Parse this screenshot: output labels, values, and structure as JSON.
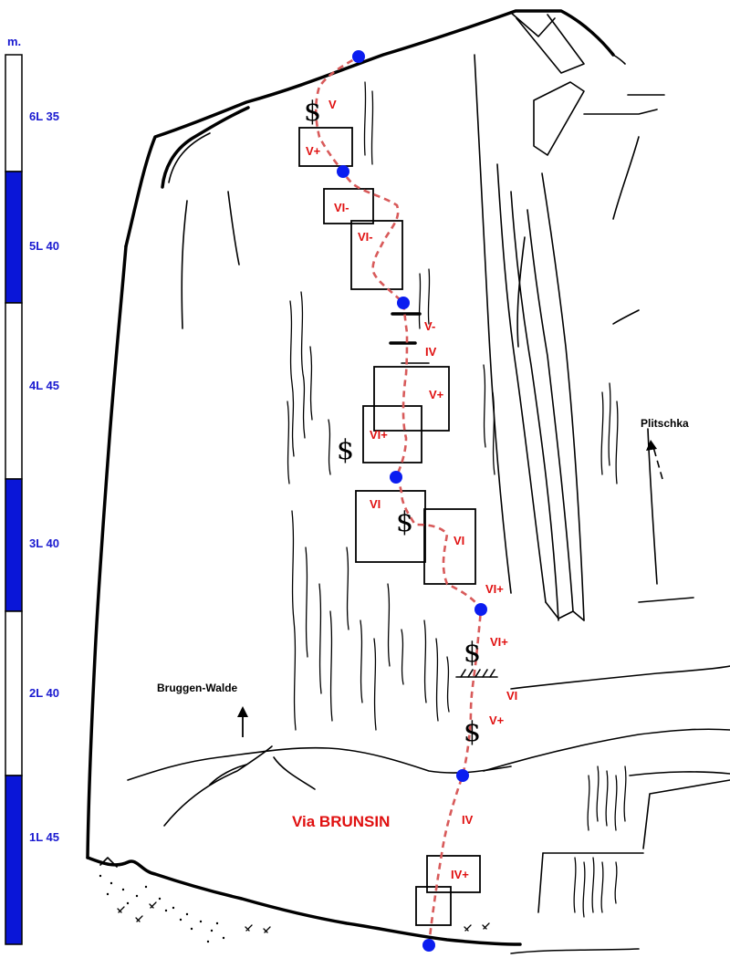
{
  "scale": {
    "unit": "m.",
    "segments": [
      {
        "label": "6L 35",
        "fill": "#ffffff"
      },
      {
        "label": "5L 40",
        "fill": "#0a16d8"
      },
      {
        "label": "4L 45",
        "fill": "#ffffff"
      },
      {
        "label": "3L 40",
        "fill": "#0a16d8"
      },
      {
        "label": "2L 40",
        "fill": "#ffffff"
      },
      {
        "label": "1L 45",
        "fill": "#0a16d8"
      }
    ]
  },
  "route": {
    "name": "Via BRUNSIN",
    "line_color": "#d85a5a",
    "belay_color": "#0b1df0",
    "grade_color": "#e01010",
    "grades": [
      "V",
      "V+",
      "VI-",
      "VI-",
      "V-",
      "IV",
      "V+",
      "VI+",
      "VI",
      "VI",
      "VI+",
      "VI+",
      "VI",
      "V+",
      "IV",
      "IV+"
    ]
  },
  "labels": {
    "left_descent": "Bruggen-Walde",
    "right_descent": "Plitschka"
  },
  "icons": {
    "piton": "dollar-sign-piton-icon",
    "belay": "blue-dot-belay-icon",
    "arrow": "arrow-up-icon"
  }
}
